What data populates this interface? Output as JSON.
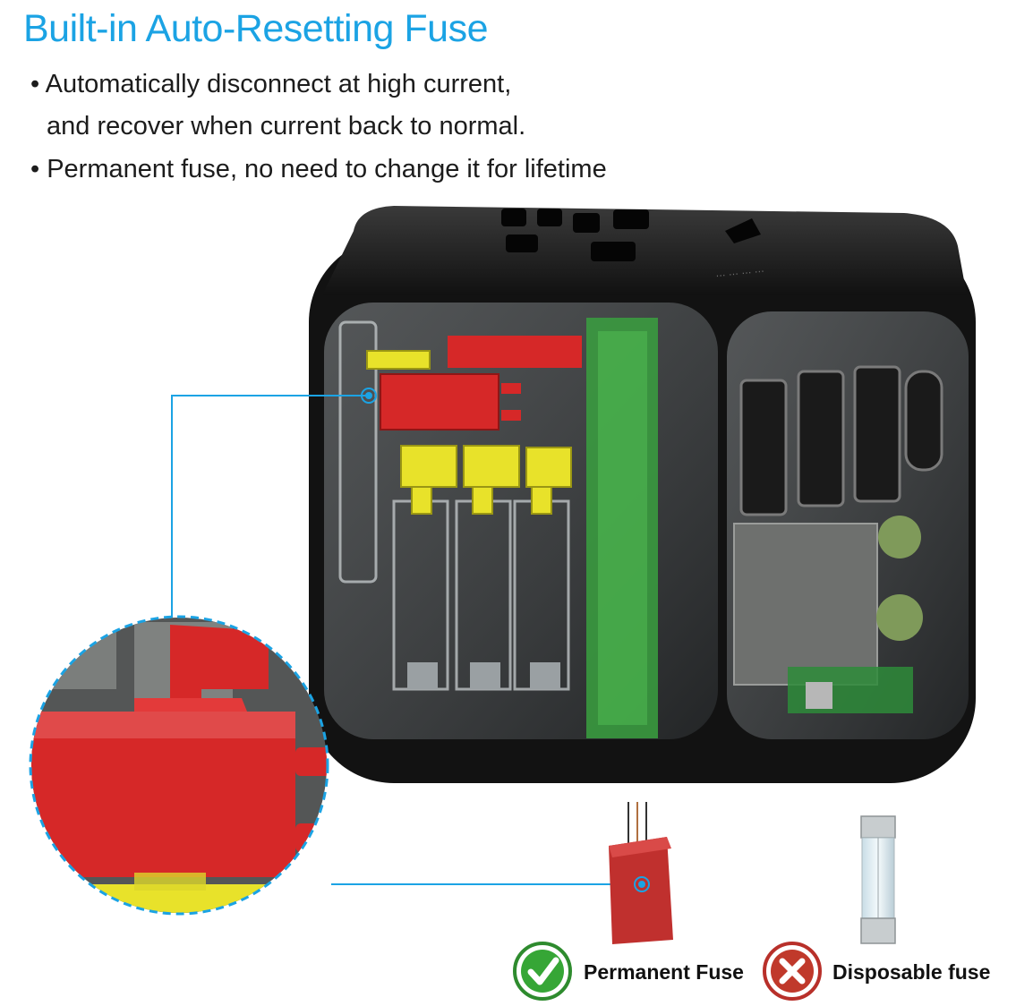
{
  "header": {
    "title": "Built-in Auto-Resetting Fuse",
    "bullets": [
      "• Automatically disconnect at high current,",
      "and recover when current back to normal.",
      "• Permanent fuse, no need to change it for lifetime"
    ]
  },
  "legend": {
    "permanent_label": "Permanent Fuse",
    "disposable_label": "Disposable fuse"
  },
  "colors": {
    "accent": "#1ba3e4",
    "fuse_red": "#d62828",
    "component_yellow": "#e8e22a",
    "pcb_green": "#3aa040",
    "check_green": "#2e8b2e",
    "cross_red": "#b8302a"
  },
  "icons": [
    "check-circle-icon",
    "cross-circle-icon"
  ]
}
